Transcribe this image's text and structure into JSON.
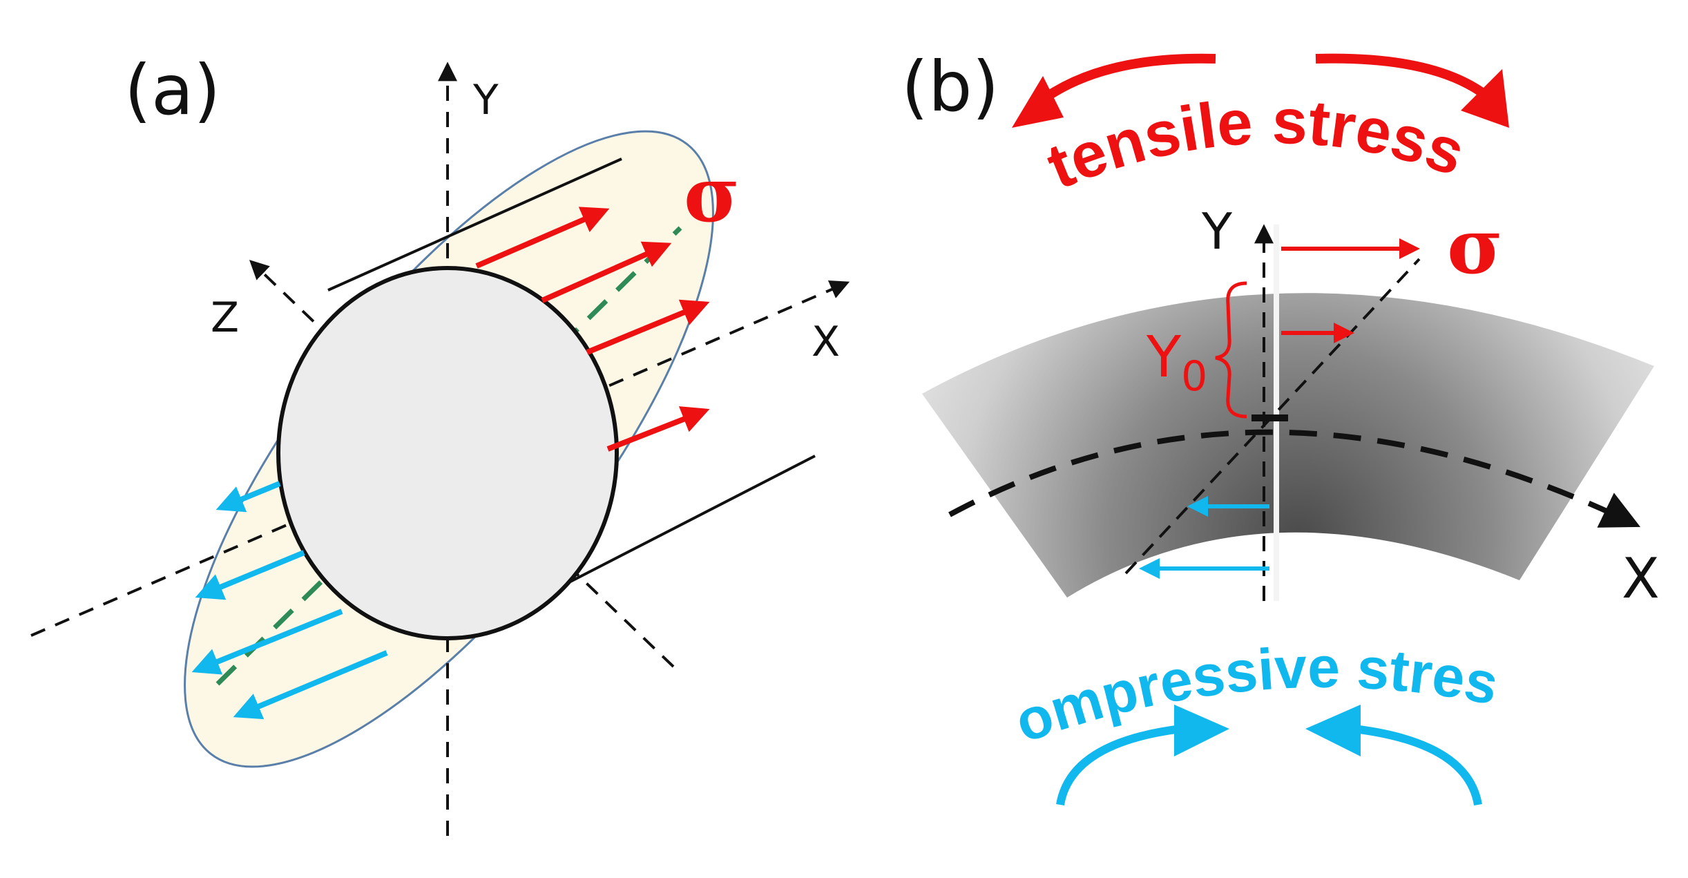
{
  "panel_a": {
    "label": "(a)",
    "axis_y": "Y",
    "axis_x": "X",
    "axis_z": "Z",
    "sigma": "σ"
  },
  "panel_b": {
    "label": "(b)",
    "axis_y": "Y",
    "axis_x": "X",
    "sigma": "σ",
    "y0_main": "Y",
    "y0_sub": "0",
    "tensile_text": "tensile stress",
    "compressive_text": "compressive stress"
  },
  "colors": {
    "tensile": "#ee1111",
    "compressive": "#11b8ee",
    "neutral_axis": "#2e8b57",
    "ellipse_fill": "#fdf8e6",
    "circle_fill": "#ececec",
    "ellipse_stroke": "#5a7fa8"
  }
}
